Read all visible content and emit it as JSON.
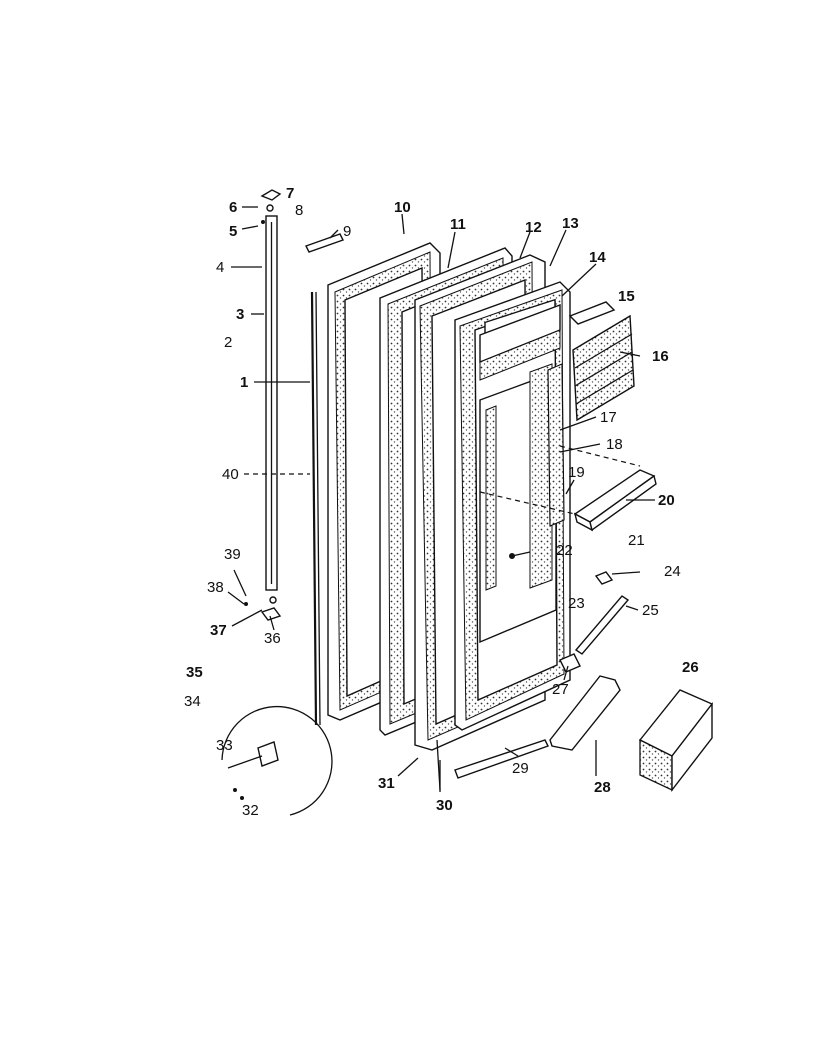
{
  "labels": {
    "1": "1",
    "2": "2",
    "3": "3",
    "4": "4",
    "5": "5",
    "6": "6",
    "7": "7",
    "8": "8",
    "9": "9",
    "10": "10",
    "11": "11",
    "12": "12",
    "13": "13",
    "14": "14",
    "15": "15",
    "16": "16",
    "17": "17",
    "18": "18",
    "19": "19",
    "20": "20",
    "21": "21",
    "22": "22",
    "23": "23",
    "24": "24",
    "25": "25",
    "26": "26",
    "27": "27",
    "28": "28",
    "29": "29",
    "30": "30",
    "31": "31",
    "32": "32",
    "33": "33",
    "34": "34",
    "35": "35",
    "36": "36",
    "37": "37",
    "38": "38",
    "39": "39",
    "40": "40"
  }
}
